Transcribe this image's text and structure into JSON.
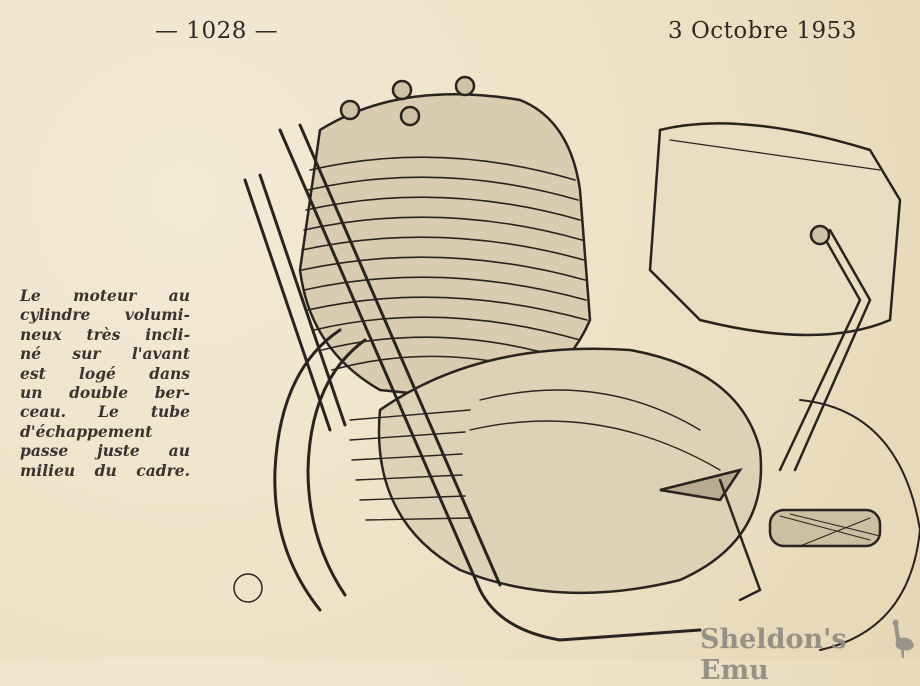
{
  "header": {
    "page_number": "— 1028 —",
    "date": "3 Octobre 1953"
  },
  "caption": {
    "lines": [
      "Le moteur au",
      "cylindre volumi-",
      "neux très incli-",
      "né sur l'avant",
      "est logé dans",
      "un double ber-",
      "ceau. Le tube",
      "d'échappement",
      "passe juste au",
      "milieu du cadre."
    ]
  },
  "illustration": {
    "subject": "motorcycle-engine-drawing",
    "ink_color": "#2a2420"
  },
  "watermark": {
    "text": "Sheldon's Emu",
    "color": "#8e8a80"
  }
}
